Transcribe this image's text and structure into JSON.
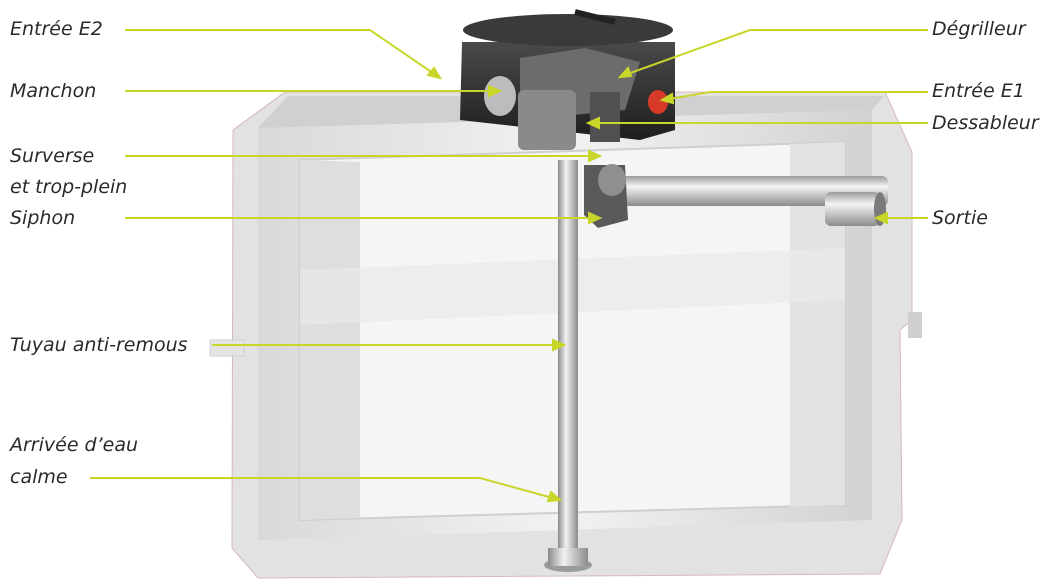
{
  "colors": {
    "callout": "#c8d62a",
    "label_text": "#2a2a2a",
    "tank_light": "#eeeeee",
    "tank_mid": "#d6d6d6",
    "tank_dark": "#b9b9b9",
    "lid": "#2b2b2b",
    "inlet_red": "#d83a2a"
  },
  "labels": {
    "entree_e2": "Entrée E2",
    "manchon": "Manchon",
    "surverse_1": "Surverse",
    "surverse_2": "et trop-plein",
    "siphon": "Siphon",
    "tuyau": "Tuyau anti-remous",
    "arrivee_1": "Arrivée d’eau",
    "arrivee_2": "calme",
    "degrilleur": "Dégrilleur",
    "entree_e1": "Entrée E1",
    "dessableur": "Dessableur",
    "sortie": "Sortie"
  }
}
